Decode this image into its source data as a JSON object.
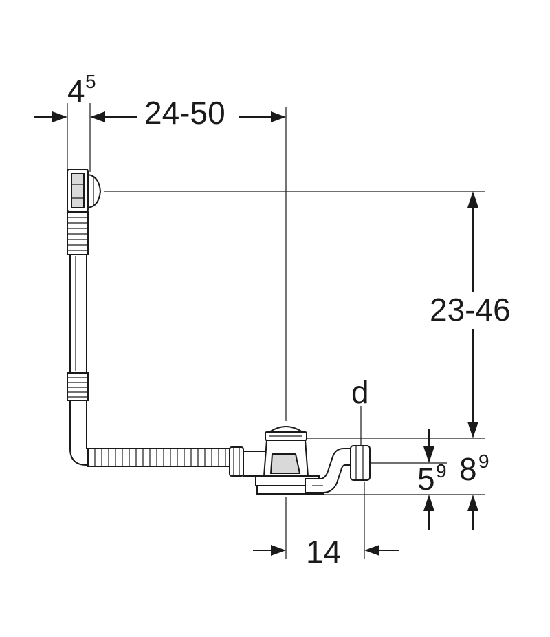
{
  "dimensions": {
    "top_left": {
      "main": "4",
      "sup": "5"
    },
    "top_horizontal": "24-50",
    "right_vertical": "23-46",
    "outlet_label": "d",
    "bottom_small": {
      "main": "5",
      "sup": "9"
    },
    "bottom_right": {
      "main": "8",
      "sup": "9"
    },
    "bottom_horizontal": "14"
  }
}
